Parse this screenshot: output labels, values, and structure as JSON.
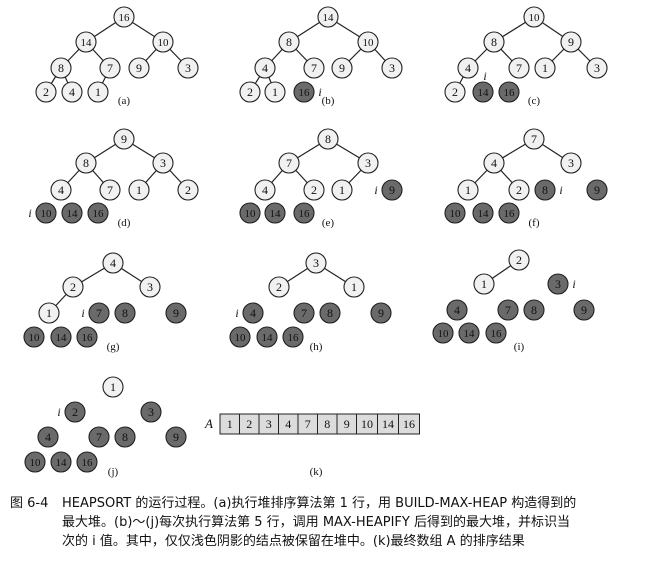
{
  "colors": {
    "light_node": "#f1f1f1",
    "dark_node": "#6a6a6a",
    "edge": "#222222",
    "array_fill": "#dcdcdc"
  },
  "panels": [
    {
      "label": "(a)",
      "nodes": [
        {
          "id": "n1",
          "key": "16",
          "shade": "light"
        },
        {
          "id": "n2",
          "key": "14",
          "shade": "light"
        },
        {
          "id": "n3",
          "key": "10",
          "shade": "light"
        },
        {
          "id": "n4",
          "key": "8",
          "shade": "light"
        },
        {
          "id": "n5",
          "key": "7",
          "shade": "light"
        },
        {
          "id": "n6",
          "key": "9",
          "shade": "light"
        },
        {
          "id": "n7",
          "key": "3",
          "shade": "light"
        },
        {
          "id": "n8",
          "key": "2",
          "shade": "light"
        },
        {
          "id": "n9",
          "key": "4",
          "shade": "light"
        },
        {
          "id": "n10",
          "key": "1",
          "shade": "light"
        }
      ],
      "edges": [
        [
          "n1",
          "n2"
        ],
        [
          "n1",
          "n3"
        ],
        [
          "n2",
          "n4"
        ],
        [
          "n2",
          "n5"
        ],
        [
          "n3",
          "n6"
        ],
        [
          "n3",
          "n7"
        ],
        [
          "n4",
          "n8"
        ],
        [
          "n4",
          "n9"
        ],
        [
          "n5",
          "n10"
        ]
      ],
      "i_marker": null
    },
    {
      "label": "(b)",
      "nodes": [
        {
          "id": "n1",
          "key": "14",
          "shade": "light"
        },
        {
          "id": "n2",
          "key": "8",
          "shade": "light"
        },
        {
          "id": "n3",
          "key": "10",
          "shade": "light"
        },
        {
          "id": "n4",
          "key": "4",
          "shade": "light"
        },
        {
          "id": "n5",
          "key": "7",
          "shade": "light"
        },
        {
          "id": "n6",
          "key": "9",
          "shade": "light"
        },
        {
          "id": "n7",
          "key": "3",
          "shade": "light"
        },
        {
          "id": "n8",
          "key": "2",
          "shade": "light"
        },
        {
          "id": "n9",
          "key": "1",
          "shade": "light"
        },
        {
          "id": "n10",
          "key": "16",
          "shade": "dark"
        }
      ],
      "edges": [
        [
          "n1",
          "n2"
        ],
        [
          "n1",
          "n3"
        ],
        [
          "n2",
          "n4"
        ],
        [
          "n2",
          "n5"
        ],
        [
          "n3",
          "n6"
        ],
        [
          "n3",
          "n7"
        ],
        [
          "n4",
          "n8"
        ],
        [
          "n4",
          "n9"
        ]
      ],
      "i_marker": {
        "node": "n10",
        "side": "right"
      }
    },
    {
      "label": "(c)",
      "nodes": [
        {
          "id": "n1",
          "key": "10",
          "shade": "light"
        },
        {
          "id": "n2",
          "key": "8",
          "shade": "light"
        },
        {
          "id": "n3",
          "key": "9",
          "shade": "light"
        },
        {
          "id": "n4",
          "key": "4",
          "shade": "light"
        },
        {
          "id": "n5",
          "key": "7",
          "shade": "light"
        },
        {
          "id": "n6",
          "key": "1",
          "shade": "light"
        },
        {
          "id": "n7",
          "key": "3",
          "shade": "light"
        },
        {
          "id": "n8",
          "key": "2",
          "shade": "light"
        },
        {
          "id": "n9",
          "key": "14",
          "shade": "dark"
        },
        {
          "id": "n10",
          "key": "16",
          "shade": "dark"
        }
      ],
      "edges": [
        [
          "n1",
          "n2"
        ],
        [
          "n1",
          "n3"
        ],
        [
          "n2",
          "n4"
        ],
        [
          "n2",
          "n5"
        ],
        [
          "n3",
          "n6"
        ],
        [
          "n3",
          "n7"
        ],
        [
          "n4",
          "n8"
        ]
      ],
      "i_marker": {
        "node": "n9",
        "side": "above"
      }
    },
    {
      "label": "(d)",
      "nodes": [
        {
          "id": "n1",
          "key": "9",
          "shade": "light"
        },
        {
          "id": "n2",
          "key": "8",
          "shade": "light"
        },
        {
          "id": "n3",
          "key": "3",
          "shade": "light"
        },
        {
          "id": "n4",
          "key": "4",
          "shade": "light"
        },
        {
          "id": "n5",
          "key": "7",
          "shade": "light"
        },
        {
          "id": "n6",
          "key": "1",
          "shade": "light"
        },
        {
          "id": "n7",
          "key": "2",
          "shade": "light"
        },
        {
          "id": "n8",
          "key": "10",
          "shade": "dark"
        },
        {
          "id": "n9",
          "key": "14",
          "shade": "dark"
        },
        {
          "id": "n10",
          "key": "16",
          "shade": "dark"
        }
      ],
      "edges": [
        [
          "n1",
          "n2"
        ],
        [
          "n1",
          "n3"
        ],
        [
          "n2",
          "n4"
        ],
        [
          "n2",
          "n5"
        ],
        [
          "n3",
          "n6"
        ],
        [
          "n3",
          "n7"
        ]
      ],
      "i_marker": {
        "node": "n8",
        "side": "left"
      }
    },
    {
      "label": "(e)",
      "nodes": [
        {
          "id": "n1",
          "key": "8",
          "shade": "light"
        },
        {
          "id": "n2",
          "key": "7",
          "shade": "light"
        },
        {
          "id": "n3",
          "key": "3",
          "shade": "light"
        },
        {
          "id": "n4",
          "key": "4",
          "shade": "light"
        },
        {
          "id": "n5",
          "key": "2",
          "shade": "light"
        },
        {
          "id": "n6",
          "key": "1",
          "shade": "light"
        },
        {
          "id": "n7",
          "key": "9",
          "shade": "dark"
        },
        {
          "id": "n8",
          "key": "10",
          "shade": "dark"
        },
        {
          "id": "n9",
          "key": "14",
          "shade": "dark"
        },
        {
          "id": "n10",
          "key": "16",
          "shade": "dark"
        }
      ],
      "edges": [
        [
          "n1",
          "n2"
        ],
        [
          "n1",
          "n3"
        ],
        [
          "n2",
          "n4"
        ],
        [
          "n2",
          "n5"
        ],
        [
          "n3",
          "n6"
        ]
      ],
      "i_marker": {
        "node": "n7",
        "side": "left"
      }
    },
    {
      "label": "(f)",
      "nodes": [
        {
          "id": "n1",
          "key": "7",
          "shade": "light"
        },
        {
          "id": "n2",
          "key": "4",
          "shade": "light"
        },
        {
          "id": "n3",
          "key": "3",
          "shade": "light"
        },
        {
          "id": "n4",
          "key": "1",
          "shade": "light"
        },
        {
          "id": "n5",
          "key": "2",
          "shade": "light"
        },
        {
          "id": "n6",
          "key": "8",
          "shade": "dark"
        },
        {
          "id": "n7",
          "key": "9",
          "shade": "dark"
        },
        {
          "id": "n8",
          "key": "10",
          "shade": "dark"
        },
        {
          "id": "n9",
          "key": "14",
          "shade": "dark"
        },
        {
          "id": "n10",
          "key": "16",
          "shade": "dark"
        }
      ],
      "edges": [
        [
          "n1",
          "n2"
        ],
        [
          "n1",
          "n3"
        ],
        [
          "n2",
          "n4"
        ],
        [
          "n2",
          "n5"
        ]
      ],
      "i_marker": {
        "node": "n6",
        "side": "right"
      }
    },
    {
      "label": "(g)",
      "nodes": [
        {
          "id": "n1",
          "key": "4",
          "shade": "light"
        },
        {
          "id": "n2",
          "key": "2",
          "shade": "light"
        },
        {
          "id": "n3",
          "key": "3",
          "shade": "light"
        },
        {
          "id": "n4",
          "key": "1",
          "shade": "light"
        },
        {
          "id": "n5",
          "key": "7",
          "shade": "dark"
        },
        {
          "id": "n6",
          "key": "8",
          "shade": "dark"
        },
        {
          "id": "n7",
          "key": "9",
          "shade": "dark"
        },
        {
          "id": "n8",
          "key": "10",
          "shade": "dark"
        },
        {
          "id": "n9",
          "key": "14",
          "shade": "dark"
        },
        {
          "id": "n10",
          "key": "16",
          "shade": "dark"
        }
      ],
      "edges": [
        [
          "n1",
          "n2"
        ],
        [
          "n1",
          "n3"
        ],
        [
          "n2",
          "n4"
        ]
      ],
      "i_marker": {
        "node": "n5",
        "side": "left"
      }
    },
    {
      "label": "(h)",
      "nodes": [
        {
          "id": "n1",
          "key": "3",
          "shade": "light"
        },
        {
          "id": "n2",
          "key": "2",
          "shade": "light"
        },
        {
          "id": "n3",
          "key": "1",
          "shade": "light"
        },
        {
          "id": "n4",
          "key": "4",
          "shade": "dark"
        },
        {
          "id": "n5",
          "key": "7",
          "shade": "dark"
        },
        {
          "id": "n6",
          "key": "8",
          "shade": "dark"
        },
        {
          "id": "n7",
          "key": "9",
          "shade": "dark"
        },
        {
          "id": "n8",
          "key": "10",
          "shade": "dark"
        },
        {
          "id": "n9",
          "key": "14",
          "shade": "dark"
        },
        {
          "id": "n10",
          "key": "16",
          "shade": "dark"
        }
      ],
      "edges": [
        [
          "n1",
          "n2"
        ],
        [
          "n1",
          "n3"
        ]
      ],
      "i_marker": {
        "node": "n4",
        "side": "left"
      }
    },
    {
      "label": "(i)",
      "nodes": [
        {
          "id": "n1",
          "key": "2",
          "shade": "light"
        },
        {
          "id": "n2",
          "key": "1",
          "shade": "light"
        },
        {
          "id": "n3",
          "key": "3",
          "shade": "dark"
        },
        {
          "id": "n4",
          "key": "4",
          "shade": "dark"
        },
        {
          "id": "n5",
          "key": "7",
          "shade": "dark"
        },
        {
          "id": "n6",
          "key": "8",
          "shade": "dark"
        },
        {
          "id": "n7",
          "key": "9",
          "shade": "dark"
        },
        {
          "id": "n8",
          "key": "10",
          "shade": "dark"
        },
        {
          "id": "n9",
          "key": "14",
          "shade": "dark"
        },
        {
          "id": "n10",
          "key": "16",
          "shade": "dark"
        }
      ],
      "edges": [
        [
          "n1",
          "n2"
        ]
      ],
      "i_marker": {
        "node": "n3",
        "side": "right"
      }
    },
    {
      "label": "(j)",
      "nodes": [
        {
          "id": "n1",
          "key": "1",
          "shade": "light"
        },
        {
          "id": "n2",
          "key": "2",
          "shade": "dark"
        },
        {
          "id": "n3",
          "key": "3",
          "shade": "dark"
        },
        {
          "id": "n4",
          "key": "4",
          "shade": "dark"
        },
        {
          "id": "n5",
          "key": "7",
          "shade": "dark"
        },
        {
          "id": "n6",
          "key": "8",
          "shade": "dark"
        },
        {
          "id": "n7",
          "key": "9",
          "shade": "dark"
        },
        {
          "id": "n8",
          "key": "10",
          "shade": "dark"
        },
        {
          "id": "n9",
          "key": "14",
          "shade": "dark"
        },
        {
          "id": "n10",
          "key": "16",
          "shade": "dark"
        }
      ],
      "edges": [],
      "i_marker": {
        "node": "n2",
        "side": "left"
      }
    }
  ],
  "sorted_array": {
    "label": "(k)",
    "name": "A",
    "values": [
      "1",
      "2",
      "3",
      "4",
      "7",
      "8",
      "9",
      "10",
      "14",
      "16"
    ]
  },
  "i_symbol": "i",
  "caption": {
    "number": "图 6-4",
    "lines": [
      "HEAPSORT 的运行过程。(a)执行堆排序算法第 1 行，用 BUILD-MAX-HEAP 构造得到的",
      "最大堆。(b)～(j)每次执行算法第 5 行，调用 MAX-HEAPIFY 后得到的最大堆，并标识当",
      "次的 i 值。其中，仅仅浅色阴影的结点被保留在堆中。(k)最终数组 A 的排序结果"
    ]
  }
}
